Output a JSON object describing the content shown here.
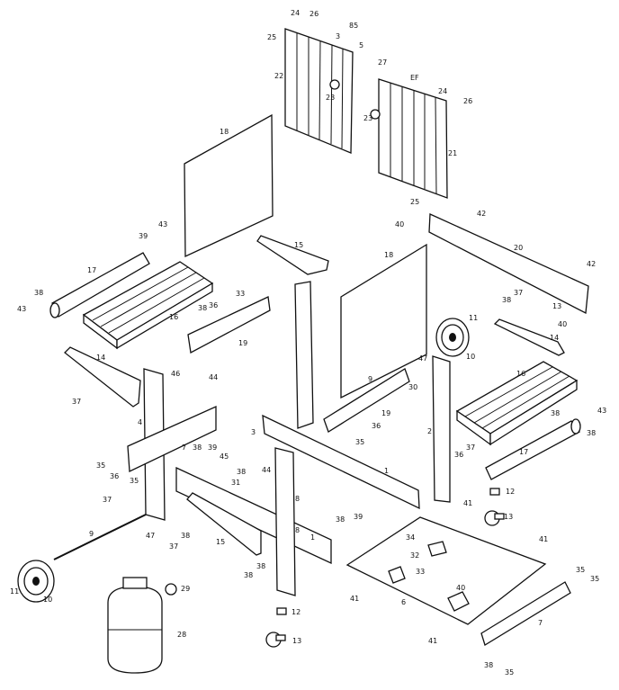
{
  "diagram": {
    "callouts": [
      {
        "id": "c24a",
        "text": "24"
      },
      {
        "id": "c26a",
        "text": "26"
      },
      {
        "id": "c25a",
        "text": "25"
      },
      {
        "id": "c3a",
        "text": "3"
      },
      {
        "id": "c85",
        "text": "85"
      },
      {
        "id": "c5",
        "text": "5"
      },
      {
        "id": "c27",
        "text": "27"
      },
      {
        "id": "c22",
        "text": "22"
      },
      {
        "id": "c23a",
        "text": "23"
      },
      {
        "id": "cEF",
        "text": "EF"
      },
      {
        "id": "c24b",
        "text": "24"
      },
      {
        "id": "c26b",
        "text": "26"
      },
      {
        "id": "c23b",
        "text": "23"
      },
      {
        "id": "c21",
        "text": "21"
      },
      {
        "id": "c25b",
        "text": "25"
      },
      {
        "id": "c18a",
        "text": "18"
      },
      {
        "id": "c42a",
        "text": "42"
      },
      {
        "id": "c40a",
        "text": "40"
      },
      {
        "id": "c20",
        "text": "20"
      },
      {
        "id": "c42b",
        "text": "42"
      },
      {
        "id": "c43a",
        "text": "43"
      },
      {
        "id": "c39a",
        "text": "39"
      },
      {
        "id": "c17a",
        "text": "17"
      },
      {
        "id": "c15a",
        "text": "15"
      },
      {
        "id": "c18b",
        "text": "18"
      },
      {
        "id": "c38a",
        "text": "38"
      },
      {
        "id": "c43b",
        "text": "43"
      },
      {
        "id": "c16a",
        "text": "16"
      },
      {
        "id": "c33a",
        "text": "33"
      },
      {
        "id": "c38b",
        "text": "38"
      },
      {
        "id": "c36a",
        "text": "36"
      },
      {
        "id": "c19a",
        "text": "19"
      },
      {
        "id": "c11a",
        "text": "11"
      },
      {
        "id": "c10a",
        "text": "10"
      },
      {
        "id": "c38c",
        "text": "38"
      },
      {
        "id": "c37a",
        "text": "37"
      },
      {
        "id": "c13a",
        "text": "13"
      },
      {
        "id": "c40b",
        "text": "40"
      },
      {
        "id": "c14a",
        "text": "14"
      },
      {
        "id": "c14b",
        "text": "14"
      },
      {
        "id": "c46",
        "text": "46"
      },
      {
        "id": "c44a",
        "text": "44"
      },
      {
        "id": "c47a",
        "text": "47"
      },
      {
        "id": "c9a",
        "text": "9"
      },
      {
        "id": "c30",
        "text": "30"
      },
      {
        "id": "c19b",
        "text": "19"
      },
      {
        "id": "c36b",
        "text": "36"
      },
      {
        "id": "c35a",
        "text": "35"
      },
      {
        "id": "c16b",
        "text": "16"
      },
      {
        "id": "c37b",
        "text": "37"
      },
      {
        "id": "c4",
        "text": "4"
      },
      {
        "id": "c3b",
        "text": "3"
      },
      {
        "id": "c2",
        "text": "2"
      },
      {
        "id": "c36c",
        "text": "36"
      },
      {
        "id": "c38d",
        "text": "38"
      },
      {
        "id": "c35b",
        "text": "35"
      },
      {
        "id": "c36d",
        "text": "36"
      },
      {
        "id": "c7a",
        "text": "7"
      },
      {
        "id": "c38e",
        "text": "38"
      },
      {
        "id": "c39b",
        "text": "39"
      },
      {
        "id": "c37c",
        "text": "37"
      },
      {
        "id": "c17b",
        "text": "17"
      },
      {
        "id": "c38f",
        "text": "38"
      },
      {
        "id": "c1a",
        "text": "1"
      },
      {
        "id": "c35c",
        "text": "35"
      },
      {
        "id": "c45",
        "text": "45"
      },
      {
        "id": "c38g",
        "text": "38"
      },
      {
        "id": "c31",
        "text": "31"
      },
      {
        "id": "c44b",
        "text": "44"
      },
      {
        "id": "c8a",
        "text": "8"
      },
      {
        "id": "c12a",
        "text": "12"
      },
      {
        "id": "c41a",
        "text": "41"
      },
      {
        "id": "c13b",
        "text": "13"
      },
      {
        "id": "c37d",
        "text": "37"
      },
      {
        "id": "c9b",
        "text": "9"
      },
      {
        "id": "c47b",
        "text": "47"
      },
      {
        "id": "c38h",
        "text": "38"
      },
      {
        "id": "c15b",
        "text": "15"
      },
      {
        "id": "c1b",
        "text": "1"
      },
      {
        "id": "c38i",
        "text": "38"
      },
      {
        "id": "c39c",
        "text": "39"
      },
      {
        "id": "c34",
        "text": "34"
      },
      {
        "id": "c32",
        "text": "32"
      },
      {
        "id": "c33b",
        "text": "33"
      },
      {
        "id": "c41b",
        "text": "41"
      },
      {
        "id": "c37e",
        "text": "37"
      },
      {
        "id": "c38j",
        "text": "38"
      },
      {
        "id": "c8b",
        "text": "8"
      },
      {
        "id": "c11b",
        "text": "11"
      },
      {
        "id": "c10b",
        "text": "10"
      },
      {
        "id": "c29",
        "text": "29"
      },
      {
        "id": "c28",
        "text": "28"
      },
      {
        "id": "c12b",
        "text": "12"
      },
      {
        "id": "c13c",
        "text": "13"
      },
      {
        "id": "c41c",
        "text": "41"
      },
      {
        "id": "c6",
        "text": "6"
      },
      {
        "id": "c40c",
        "text": "40"
      },
      {
        "id": "c35d",
        "text": "35"
      },
      {
        "id": "c35e",
        "text": "35"
      },
      {
        "id": "c7b",
        "text": "7"
      },
      {
        "id": "c41d",
        "text": "41"
      },
      {
        "id": "c38k",
        "text": "38"
      },
      {
        "id": "c35f",
        "text": "35"
      },
      {
        "id": "c43c",
        "text": "43"
      },
      {
        "id": "c38l",
        "text": "38"
      }
    ]
  }
}
